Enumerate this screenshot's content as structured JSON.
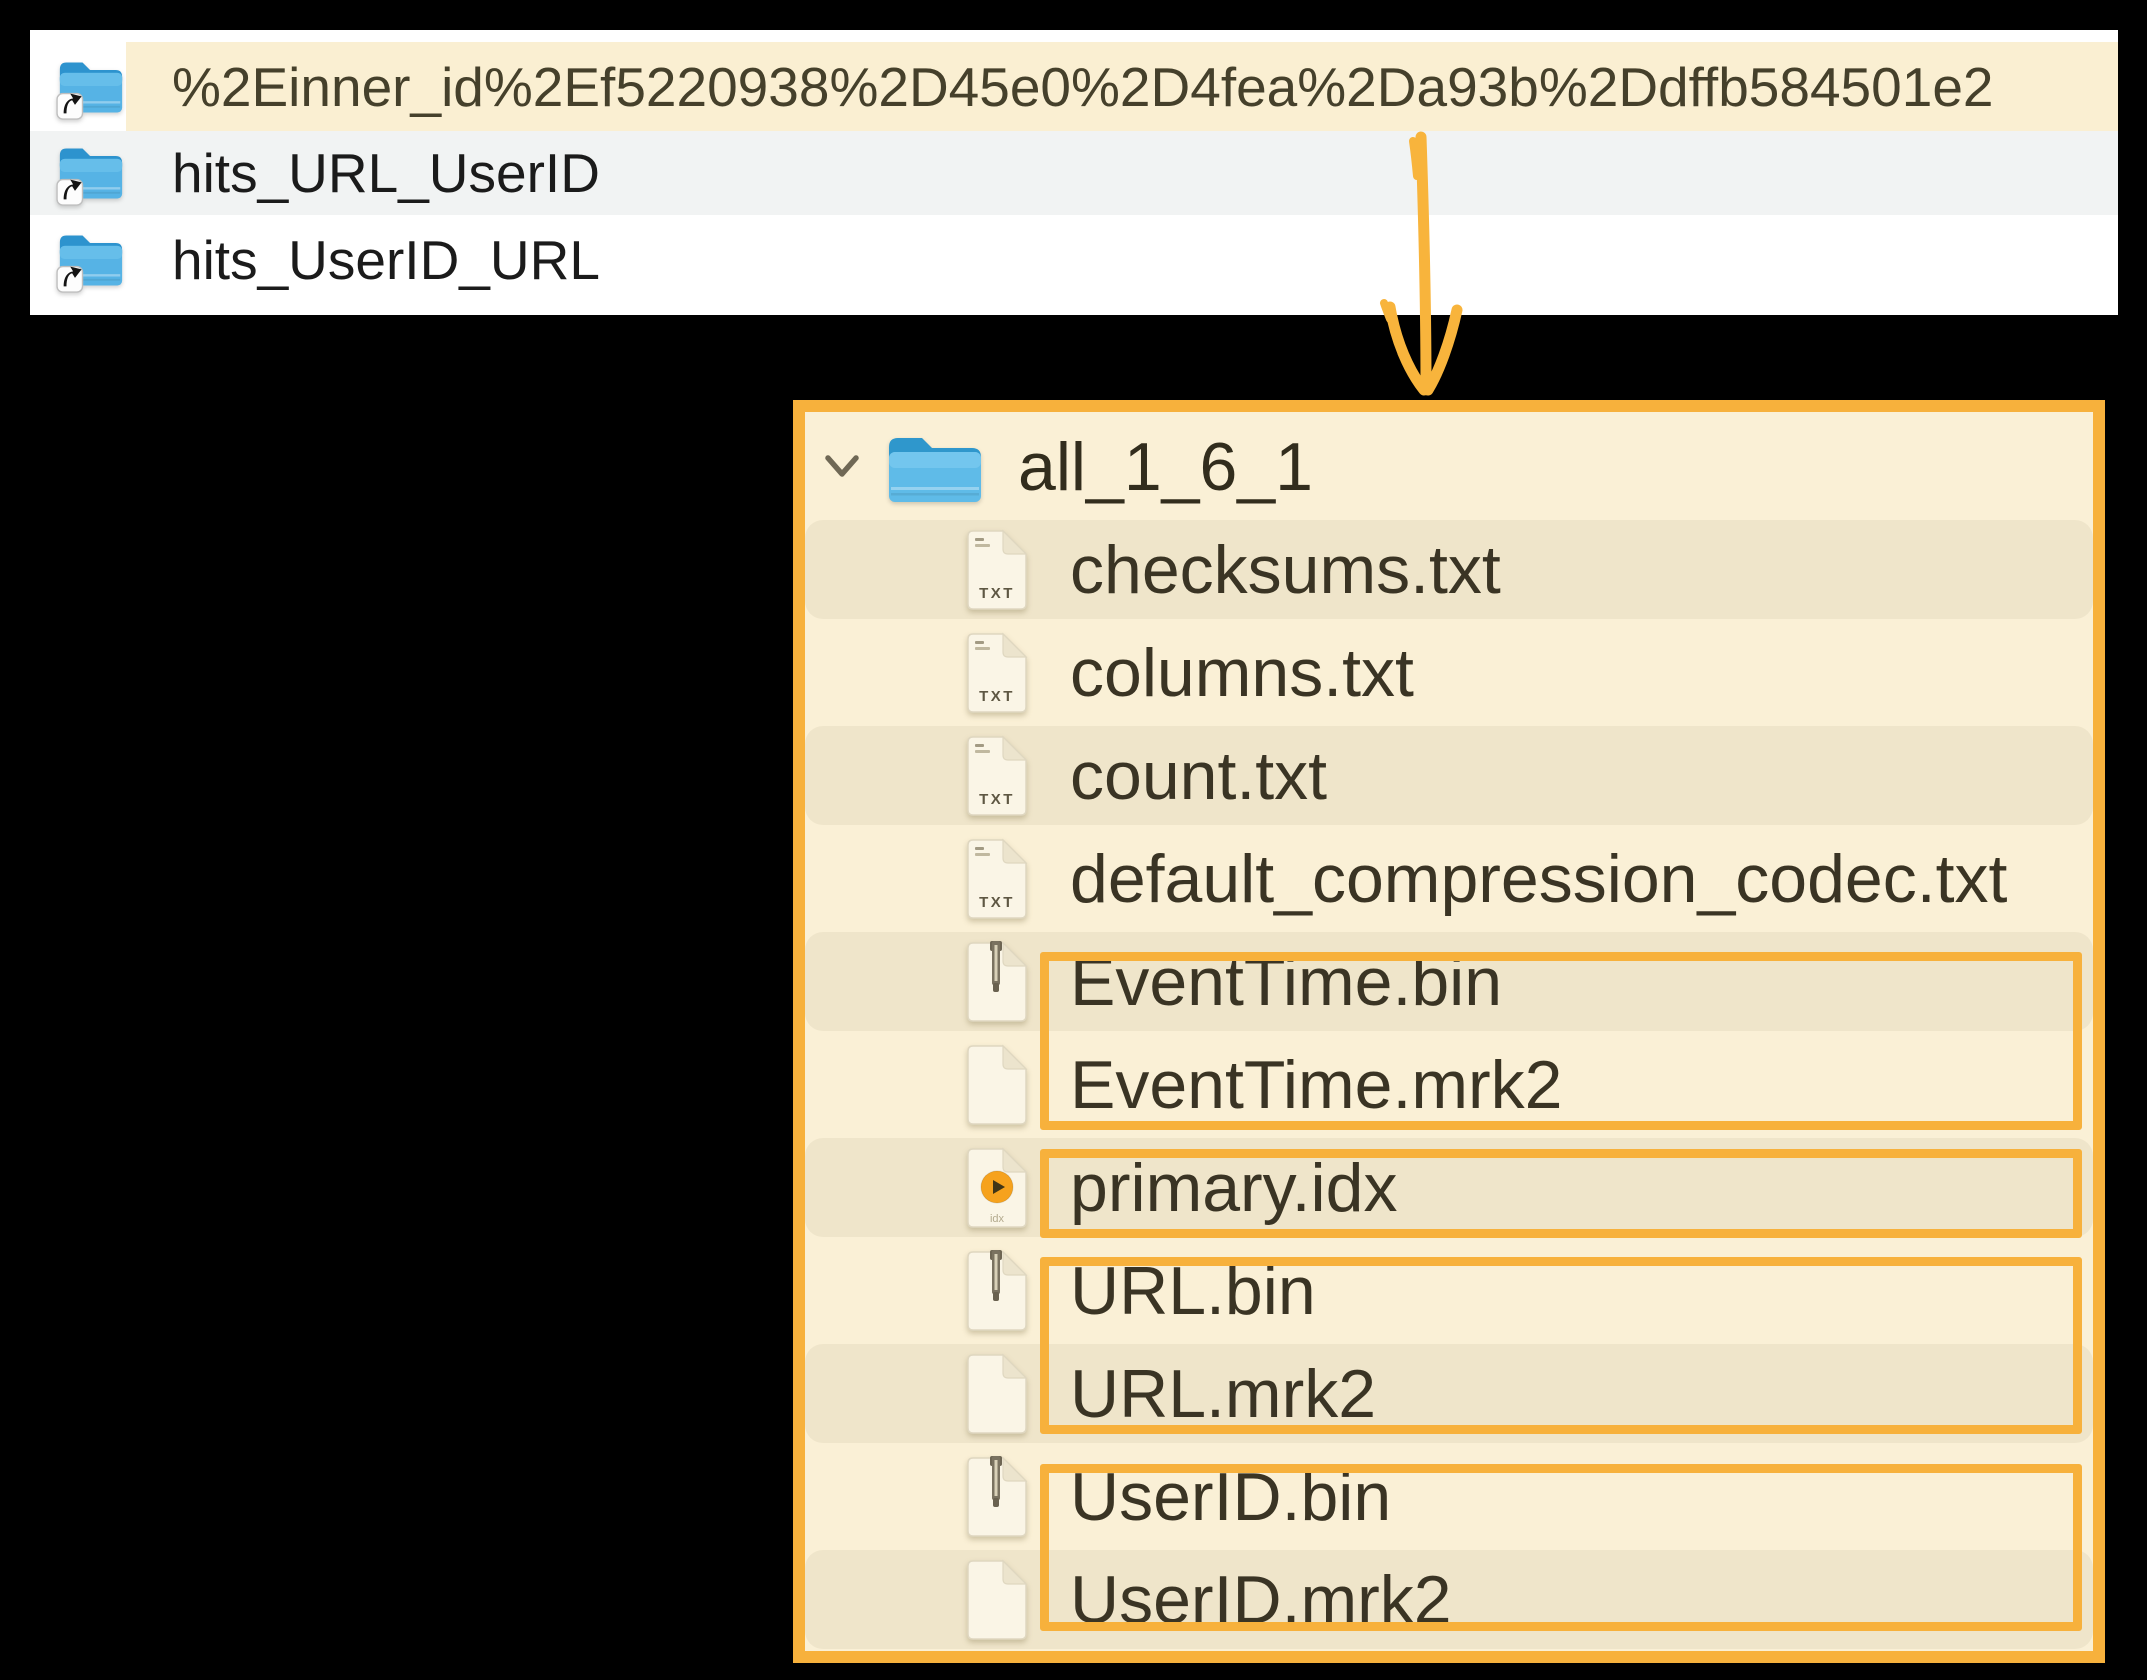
{
  "top_list": {
    "items": [
      {
        "label": "%2Einner_id%2Ef5220938%2D45e0%2D4fea%2Da93b%2Ddffb584501e2",
        "icon": "alias-folder-icon",
        "highlighted": true
      },
      {
        "label": "hits_URL_UserID",
        "icon": "alias-folder-icon",
        "highlighted": false
      },
      {
        "label": "hits_UserID_URL",
        "icon": "alias-folder-icon",
        "highlighted": false
      }
    ]
  },
  "panel": {
    "root": {
      "label": "all_1_6_1",
      "icon": "folder-icon",
      "expanded": true
    },
    "rows": [
      {
        "label": "checksums.txt",
        "icon": "txt-file-icon"
      },
      {
        "label": "columns.txt",
        "icon": "txt-file-icon"
      },
      {
        "label": "count.txt",
        "icon": "txt-file-icon"
      },
      {
        "label": "default_compression_codec.txt",
        "icon": "txt-file-icon"
      },
      {
        "label": "EventTime.bin",
        "icon": "bin-file-icon"
      },
      {
        "label": "EventTime.mrk2",
        "icon": "plain-file-icon"
      },
      {
        "label": "primary.idx",
        "icon": "idx-file-icon"
      },
      {
        "label": "URL.bin",
        "icon": "bin-file-icon"
      },
      {
        "label": "URL.mrk2",
        "icon": "plain-file-icon"
      },
      {
        "label": "UserID.bin",
        "icon": "bin-file-icon"
      },
      {
        "label": "UserID.mrk2",
        "icon": "plain-file-icon"
      }
    ],
    "highlight_groups": [
      {
        "files": [
          "EventTime.bin",
          "EventTime.mrk2"
        ]
      },
      {
        "files": [
          "primary.idx"
        ]
      },
      {
        "files": [
          "URL.bin",
          "URL.mrk2"
        ]
      },
      {
        "files": [
          "UserID.bin",
          "UserID.mrk2"
        ]
      }
    ]
  },
  "annotation": {
    "arrow": "down-arrow from highlighted folder to zoom panel"
  },
  "colors": {
    "accent_orange": "#F7B13C",
    "panel_background": "#FAF0D6",
    "panel_zebra_band": "#EFE5CA",
    "selected_row_highlight": "#FAEFD2",
    "list_zebra_gray": "#F1F3F3",
    "folder_blue": "#5FBBE8",
    "idx_badge_orange": "#F6A21D"
  }
}
